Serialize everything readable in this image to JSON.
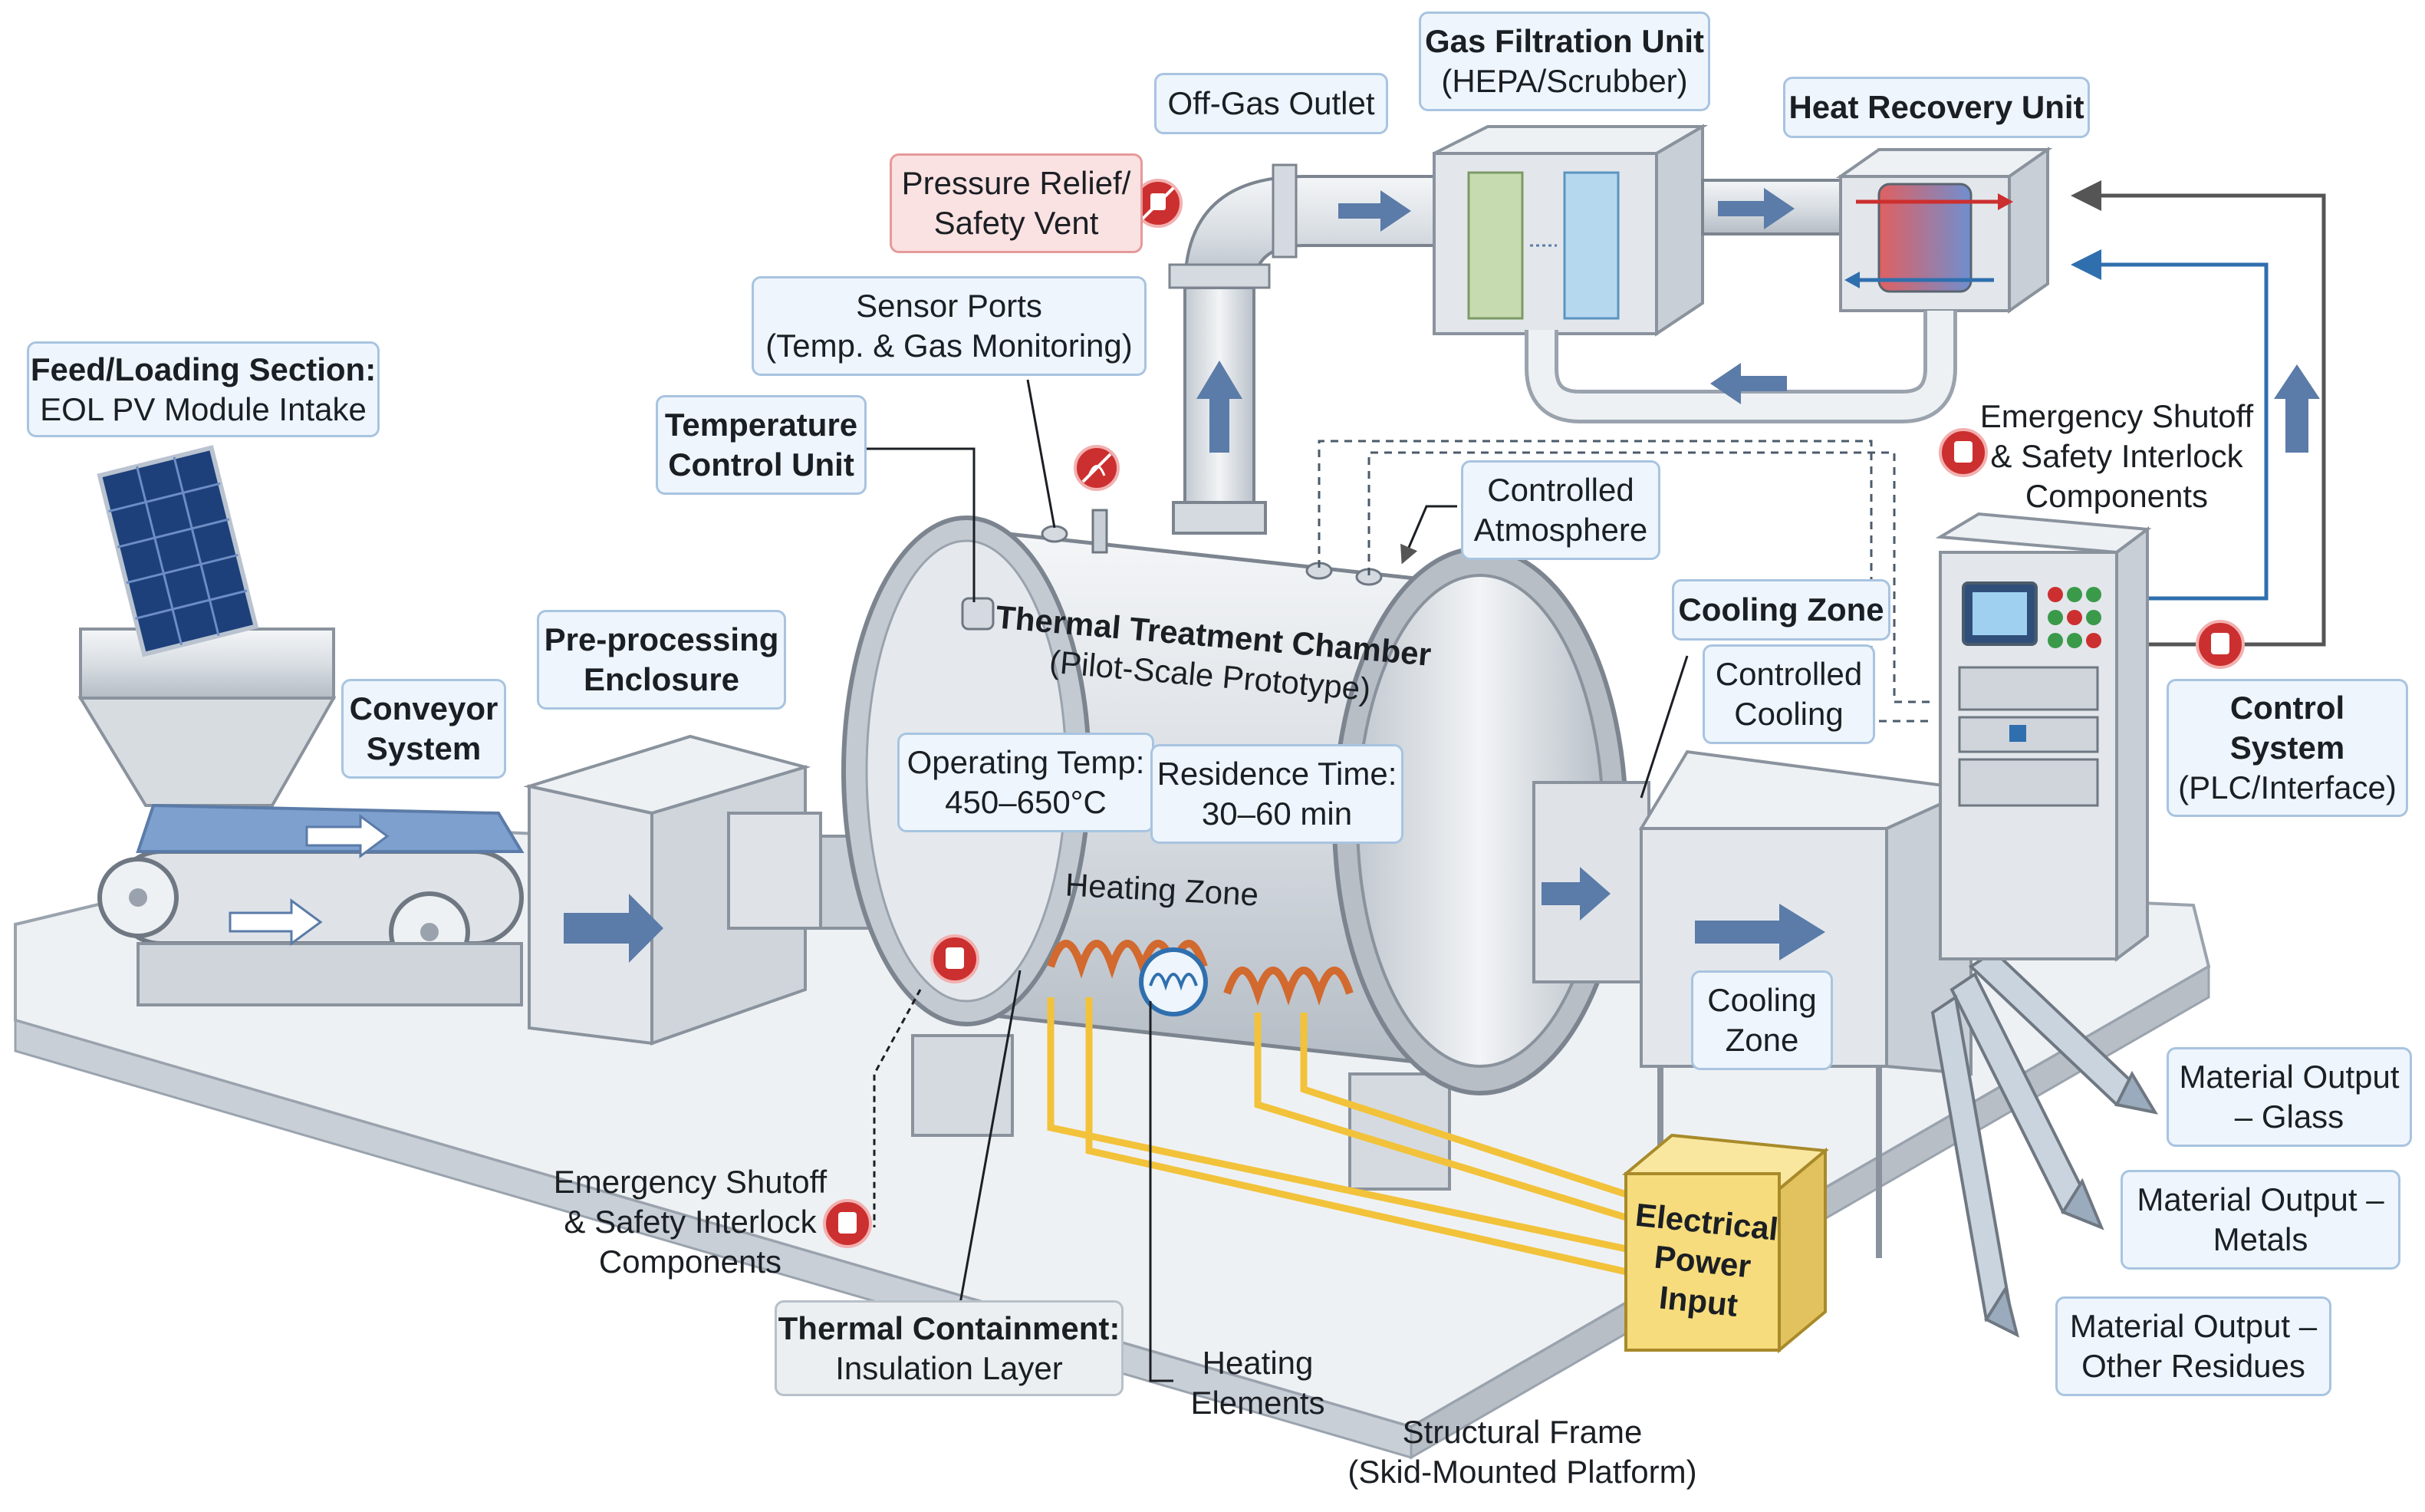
{
  "colors": {
    "steel": "#d3d8de",
    "steel_dark": "#9aa3ad",
    "arrow_blue": "#5b7ba8",
    "coil": "#d2692e",
    "wire_yellow": "#f2c23a",
    "power_box": "#f6dc7c",
    "safety_red": "#cc2f2f",
    "label_fill": "#eef5fc",
    "label_border": "#a8c4e0"
  },
  "icons": [
    "safety-shutoff-icon",
    "thermometer-icon",
    "no-flame-icon",
    "flow-arrow-icon",
    "heating-coil-icon",
    "solar-panel-icon"
  ],
  "labels": {
    "feed": {
      "line1": "Feed/Loading Section:",
      "line2": "EOL PV Module Intake"
    },
    "conveyor": {
      "line1": "Conveyor",
      "line2": "System"
    },
    "preprocessing": {
      "line1": "Pre-processing",
      "line2": "Enclosure"
    },
    "temp_control": {
      "line1": "Temperature",
      "line2": "Control Unit"
    },
    "sensor_ports": {
      "line1": "Sensor Ports",
      "line2": "(Temp. & Gas Monitoring)"
    },
    "pressure_relief": {
      "line1": "Pressure Relief/",
      "line2": "Safety Vent"
    },
    "offgas": {
      "line1": "Off-Gas Outlet"
    },
    "gas_filtration": {
      "line1": "Gas Filtration Unit",
      "line2": "(HEPA/Scrubber)"
    },
    "heat_recovery": {
      "line1": "Heat Recovery Unit"
    },
    "emergency_top": {
      "line1": "Emergency Shutoff",
      "line2": "& Safety Interlock",
      "line3": "Components"
    },
    "controlled_atmosphere": {
      "line1": "Controlled",
      "line2": "Atmosphere"
    },
    "chamber_title": {
      "line1": "Thermal Treatment Chamber",
      "line2": "(Pilot-Scale Prototype)"
    },
    "operating_temp": {
      "line1": "Operating Temp:",
      "line2": "450–650°C"
    },
    "residence_time": {
      "line1": "Residence Time:",
      "line2": "30–60 min"
    },
    "heating_zone": {
      "line1": "Heating Zone"
    },
    "cooling_zone_top": {
      "line1": "Cooling Zone"
    },
    "controlled_cooling": {
      "line1": "Controlled",
      "line2": "Cooling"
    },
    "cooling_zone_box": {
      "line1": "Cooling",
      "line2": "Zone"
    },
    "control_system": {
      "line1": "Control",
      "line2": "System",
      "line3": "(PLC/Interface)"
    },
    "material_glass": {
      "line1": "Material Output",
      "line2": "– Glass"
    },
    "material_metals": {
      "line1": "Material Output –",
      "line2": "Metals"
    },
    "material_residues": {
      "line1": "Material Output –",
      "line2": "Other Residues"
    },
    "emergency_bottom": {
      "line1": "Emergency Shutoff",
      "line2": "& Safety Interlock",
      "line3": "Components"
    },
    "thermal_containment": {
      "line1": "Thermal Containment:",
      "line2": "Insulation Layer"
    },
    "heating_elements": {
      "line1": "Heating",
      "line2": "Elements"
    },
    "power_input": {
      "line1": "Electrical",
      "line2": "Power",
      "line3": "Input"
    },
    "structural_frame": {
      "line1": "Structural Frame",
      "line2": "(Skid-Mounted Platform)"
    }
  }
}
